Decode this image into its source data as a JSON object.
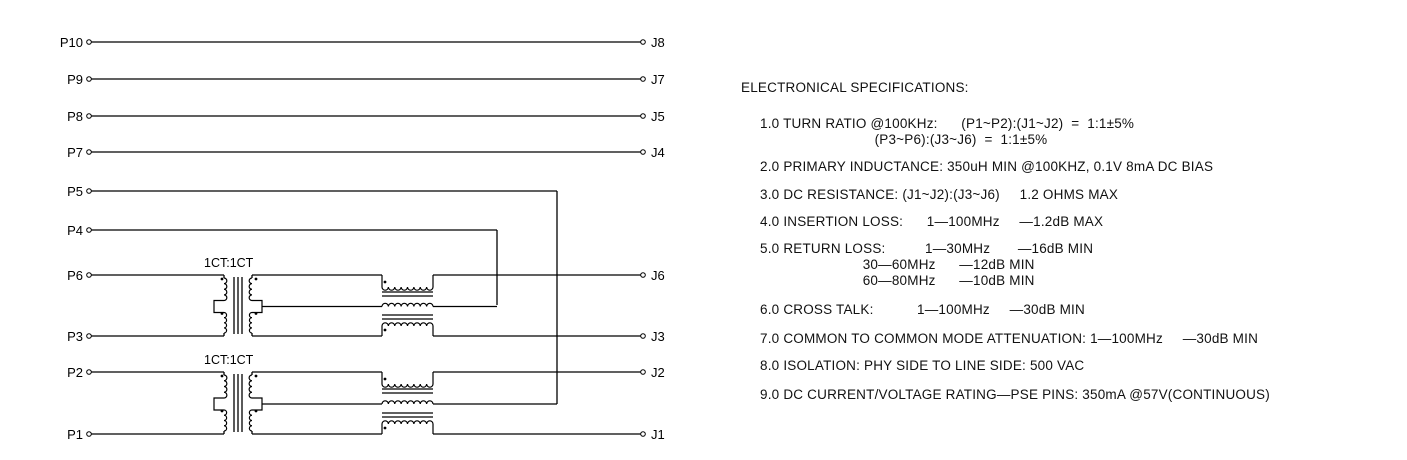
{
  "schematic": {
    "left_pins": [
      {
        "label": "P10",
        "row": "a"
      },
      {
        "label": "P9",
        "row": "b"
      },
      {
        "label": "P8",
        "row": "c"
      },
      {
        "label": "P7",
        "row": "d"
      },
      {
        "label": "P5",
        "row": "e"
      },
      {
        "label": "P4",
        "row": "f"
      },
      {
        "label": "P6",
        "row": "g"
      },
      {
        "label": "P3",
        "row": "h"
      },
      {
        "label": "P2",
        "row": "i"
      },
      {
        "label": "P1",
        "row": "j"
      }
    ],
    "right_pins": [
      {
        "label": "J8",
        "row": "a"
      },
      {
        "label": "J7",
        "row": "b"
      },
      {
        "label": "J5",
        "row": "c"
      },
      {
        "label": "J4",
        "row": "d"
      },
      {
        "label": "J6",
        "row": "g"
      },
      {
        "label": "J3",
        "row": "h"
      },
      {
        "label": "J2",
        "row": "i"
      },
      {
        "label": "J1",
        "row": "j"
      }
    ],
    "transformer_labels": [
      "1CT:1CT",
      "1CT:1CT"
    ]
  },
  "specs": {
    "title": "ELECTRONICAL SPECIFICATIONS:",
    "items": [
      "1.0 TURN RATIO @100KHz:      (P1~P2):(J1~J2)  =  1:1±5%",
      "                             (P3~P6):(J3~J6)  =  1:1±5%",
      "2.0 PRIMARY INDUCTANCE: 350uH MIN @100KHZ, 0.1V 8mA DC BIAS",
      "3.0 DC RESISTANCE: (J1~J2):(J3~J6)     1.2 OHMS MAX",
      "4.0 INSERTION LOSS:      1—100MHz     —1.2dB MAX",
      "5.0 RETURN LOSS:          1—30MHz       —16dB MIN",
      "                          30—60MHz      —12dB MIN",
      "                          60—80MHz      —10dB MIN",
      "6.0 CROSS TALK:           1—100MHz     —30dB MIN",
      "7.0 COMMON TO COMMON MODE ATTENUATION: 1—100MHz     —30dB MIN",
      "8.0 ISOLATION: PHY SIDE TO LINE SIDE: 500 VAC",
      "9.0 DC CURRENT/VOLTAGE RATING—PSE PINS: 350mA @57V(CONTINUOUS)"
    ]
  }
}
